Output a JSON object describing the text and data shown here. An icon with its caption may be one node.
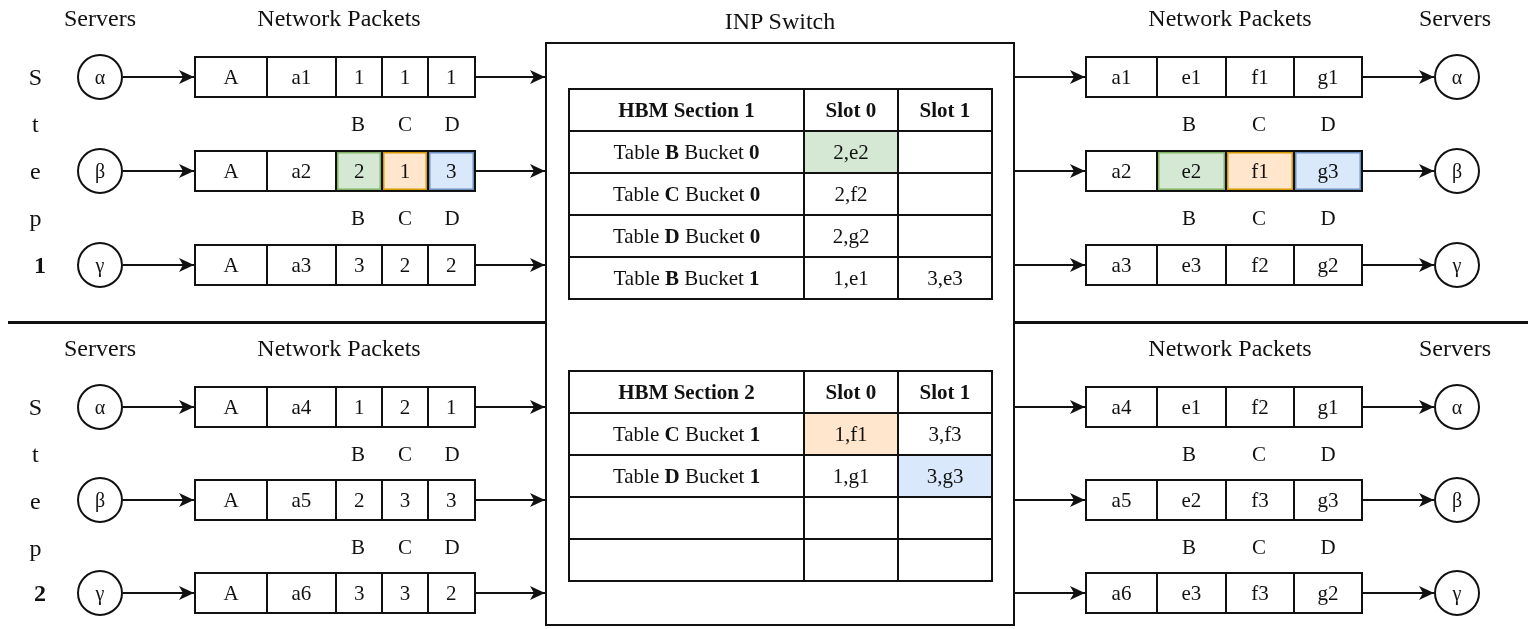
{
  "diagram": {
    "nodes": [
      {
        "text": [
          "INP Switch"
        ]
      },
      {
        "text": [
          "α"
        ]
      },
      {
        "text": [
          "A",
          "a1",
          "1",
          "1",
          "1"
        ]
      },
      {
        "text": [
          "a1",
          "e1",
          "f1",
          "g1"
        ]
      },
      {
        "text": [
          "α"
        ]
      },
      {
        "text": [
          "β"
        ]
      },
      {
        "text": [
          "A",
          "a2",
          "2",
          "1",
          "3"
        ]
      },
      {
        "text": [
          "a2",
          "e2",
          "f1",
          "g3"
        ]
      },
      {
        "text": [
          "β"
        ]
      },
      {
        "text": [
          "γ"
        ]
      },
      {
        "text": [
          "A",
          "a3",
          "3",
          "2",
          "2"
        ]
      },
      {
        "text": [
          "a3",
          "e3",
          "f2",
          "g2"
        ]
      },
      {
        "text": [
          "γ"
        ]
      },
      {
        "text": [
          "α"
        ]
      },
      {
        "text": [
          "A",
          "a4",
          "1",
          "2",
          "1"
        ]
      },
      {
        "text": [
          "a4",
          "e1",
          "f2",
          "g1"
        ]
      },
      {
        "text": [
          "α"
        ]
      },
      {
        "text": [
          "β"
        ]
      },
      {
        "text": [
          "A",
          "a5",
          "2",
          "3",
          "3"
        ]
      },
      {
        "text": [
          "a5",
          "e2",
          "f3",
          "g3"
        ]
      },
      {
        "text": [
          "β"
        ]
      },
      {
        "text": [
          "γ"
        ]
      },
      {
        "text": [
          "A",
          "a6",
          "3",
          "3",
          "2"
        ]
      },
      {
        "text": [
          "a6",
          "e3",
          "f3",
          "g2"
        ]
      },
      {
        "text": [
          "γ"
        ]
      }
    ],
    "edges": [
      {
        "from": 1,
        "to": 2,
        "arrow": "to"
      },
      {
        "from": 2,
        "to": 0,
        "arrow": "to"
      },
      {
        "from": 0,
        "to": 3,
        "arrow": "to"
      },
      {
        "from": 3,
        "to": 4,
        "arrow": "to"
      },
      {
        "from": 5,
        "to": 6,
        "arrow": "to"
      },
      {
        "from": 6,
        "to": 0,
        "arrow": "to"
      },
      {
        "from": 0,
        "to": 7,
        "arrow": "to"
      },
      {
        "from": 7,
        "to": 8,
        "arrow": "to"
      },
      {
        "from": 9,
        "to": 10,
        "arrow": "to"
      },
      {
        "from": 10,
        "to": 0,
        "arrow": "to"
      },
      {
        "from": 0,
        "to": 11,
        "arrow": "to"
      },
      {
        "from": 11,
        "to": 12,
        "arrow": "to"
      },
      {
        "from": 13,
        "to": 14,
        "arrow": "to"
      },
      {
        "from": 14,
        "to": 0,
        "arrow": "to"
      },
      {
        "from": 0,
        "to": 15,
        "arrow": "to"
      },
      {
        "from": 15,
        "to": 16,
        "arrow": "to"
      },
      {
        "from": 17,
        "to": 18,
        "arrow": "to"
      },
      {
        "from": 18,
        "to": 0,
        "arrow": "to"
      },
      {
        "from": 0,
        "to": 19,
        "arrow": "to"
      },
      {
        "from": 19,
        "to": 20,
        "arrow": "to"
      },
      {
        "from": 21,
        "to": 22,
        "arrow": "to"
      },
      {
        "from": 22,
        "to": 0,
        "arrow": "to"
      },
      {
        "from": 0,
        "to": 23,
        "arrow": "to"
      },
      {
        "from": 23,
        "to": 24,
        "arrow": "to"
      }
    ],
    "labels": [
      "Servers",
      "Network Packets",
      "Network Packets",
      "Servers",
      "Step",
      "1",
      "B",
      "C",
      "D",
      "B",
      "C",
      "D",
      "B",
      "C",
      "D",
      "B",
      "C",
      "D",
      "HBM Section 1",
      "Slot 0",
      "Slot 1",
      "Table **B** Bucket **0**",
      "2,e2",
      "Table **C** Bucket **0**",
      "2,f2",
      "Table **D** Bucket **0**",
      "2,g2",
      "Table **B** Bucket **1**",
      "1,e1",
      "3,e3",
      "Servers",
      "Network Packets",
      "Network Packets",
      "Servers",
      "Step",
      "2",
      "B",
      "C",
      "D",
      "B",
      "C",
      "D",
      "B",
      "C",
      "D",
      "B",
      "C",
      "D",
      "HBM Section 2",
      "Slot 0",
      "Slot 1",
      "Table **C** Bucket **1**",
      "1,f1",
      "3,f3",
      "Table **D** Bucket **1**",
      "1,g1",
      "3,g3"
    ]
  }
}
